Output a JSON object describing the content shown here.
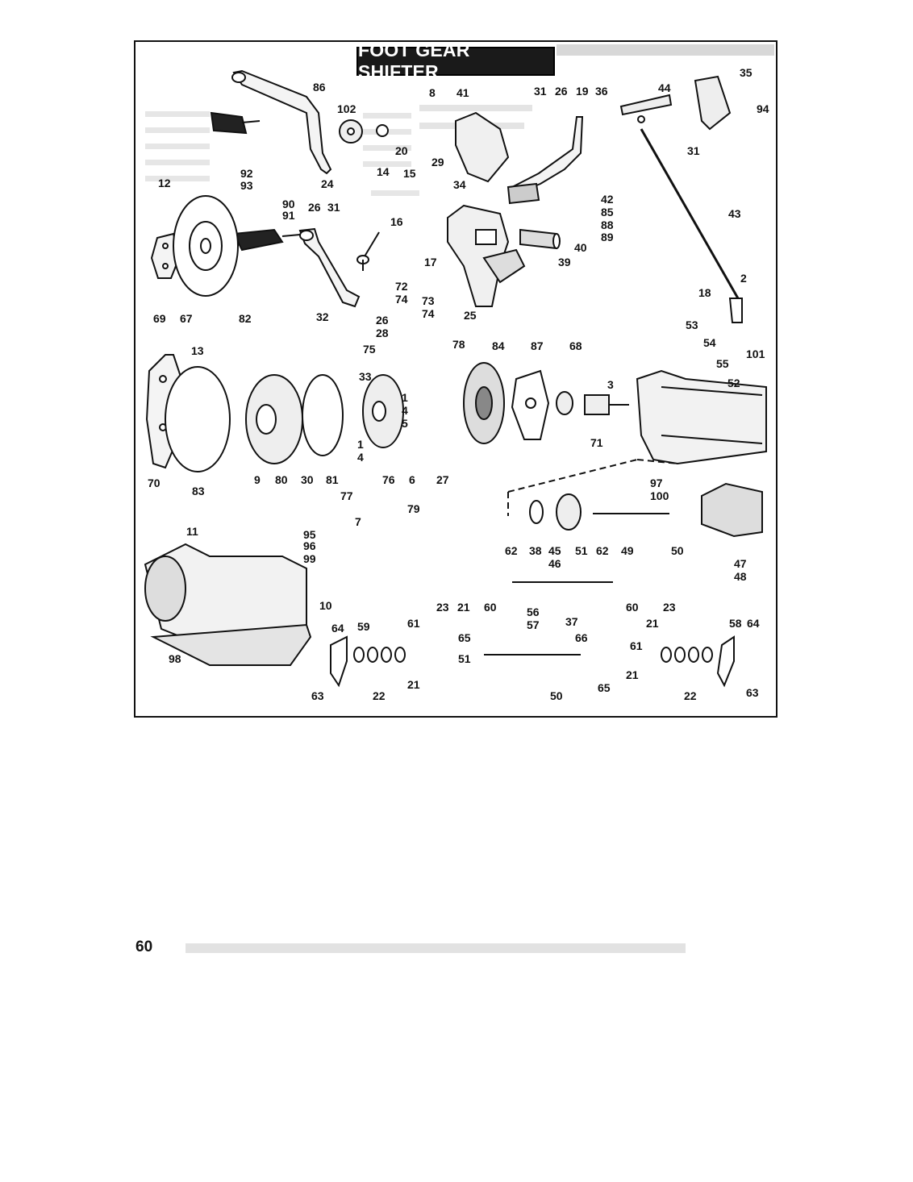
{
  "title": "FOOT GEAR SHIFTER",
  "page_number": "60",
  "part_labels": [
    "86",
    "102",
    "20",
    "92",
    "93",
    "24",
    "14",
    "12",
    "90",
    "91",
    "26",
    "31",
    "16",
    "8",
    "41",
    "29",
    "15",
    "34",
    "42",
    "85",
    "88",
    "89",
    "40",
    "39",
    "31",
    "26",
    "19",
    "36",
    "44",
    "35",
    "94",
    "31",
    "43",
    "2",
    "18",
    "101",
    "69",
    "67",
    "82",
    "32",
    "26",
    "28",
    "72",
    "74",
    "73",
    "74",
    "17",
    "25",
    "13",
    "75",
    "78",
    "33",
    "84",
    "87",
    "68",
    "3",
    "53",
    "54",
    "55",
    "52",
    "1",
    "4",
    "5",
    "1",
    "4",
    "71",
    "70",
    "83",
    "9",
    "80",
    "30",
    "81",
    "77",
    "76",
    "6",
    "27",
    "97",
    "100",
    "7",
    "79",
    "11",
    "95",
    "96",
    "99",
    "38",
    "45",
    "46",
    "51",
    "62",
    "49",
    "50",
    "47",
    "48",
    "10",
    "62",
    "23",
    "21",
    "60",
    "56",
    "57",
    "60",
    "21",
    "23",
    "61",
    "37",
    "65",
    "66",
    "51",
    "50",
    "61",
    "65",
    "21",
    "22",
    "58",
    "64",
    "63",
    "64",
    "59",
    "98",
    "63",
    "22",
    "21"
  ]
}
